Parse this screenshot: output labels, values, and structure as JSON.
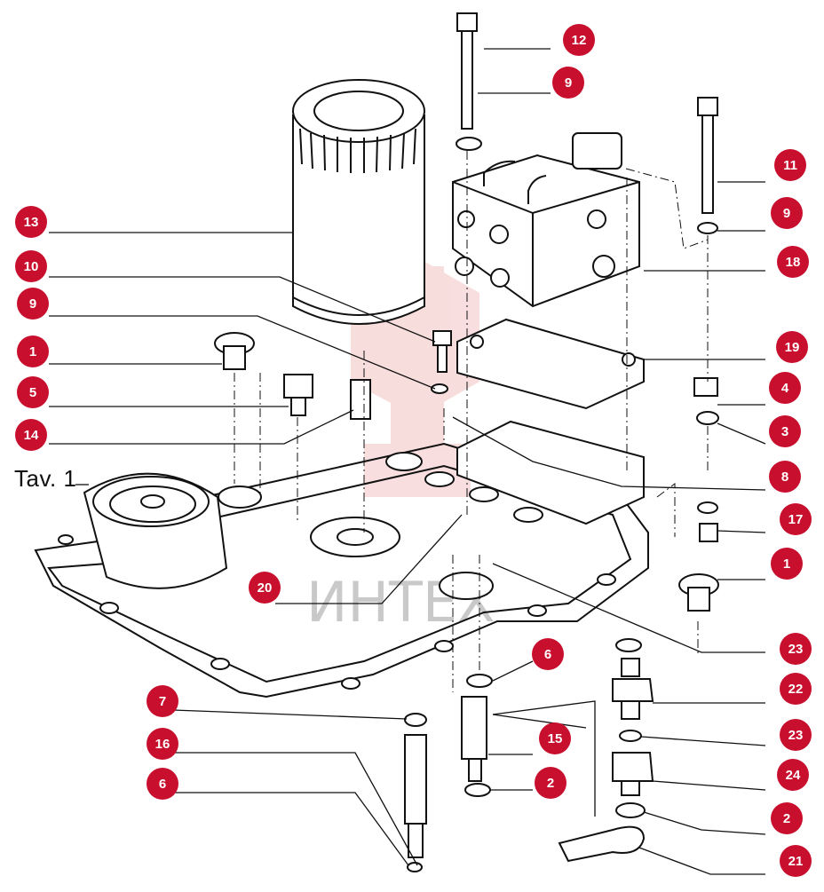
{
  "title": "Tav. 1",
  "watermark_text": "ИНТЕХ",
  "colors": {
    "marker": "#c8102e",
    "line": "#111111",
    "watermark": "#f3c2c2"
  },
  "callouts": [
    "12",
    "9",
    "11",
    "9",
    "18",
    "13",
    "10",
    "9",
    "19",
    "1",
    "5",
    "4",
    "3",
    "14",
    "8",
    "17",
    "1",
    "20",
    "23",
    "22",
    "23",
    "6",
    "7",
    "16",
    "15",
    "2",
    "6",
    "24",
    "2",
    "21"
  ],
  "parts": [
    "oil-filter",
    "valve-block",
    "mounting-plate",
    "sump-pan",
    "bolt",
    "washer",
    "plug",
    "union-fitting",
    "pin",
    "clamp"
  ]
}
